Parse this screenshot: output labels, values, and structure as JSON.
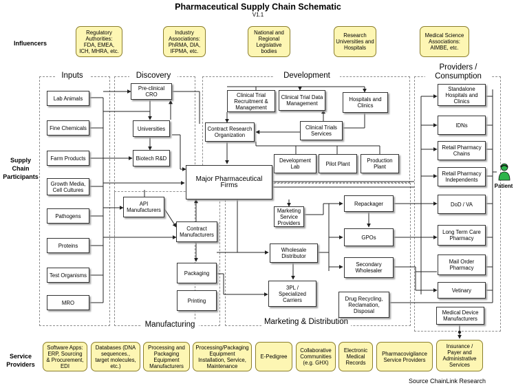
{
  "title": "Pharmaceutical Supply Chain Schematic",
  "version": "V1.1",
  "rows": {
    "influencers": "Influencers",
    "supply_chain": [
      "Supply",
      "Chain",
      "Participants"
    ],
    "service_providers": [
      "Service",
      "Providers"
    ]
  },
  "influencers": [
    [
      "Regulatory",
      "Authorities:",
      "FDA, EMEA,",
      "ICH, MHRA, etc."
    ],
    [
      "Industry",
      "Associations:",
      "PhRMA, DIA,",
      "IFPMA, etc."
    ],
    [
      "National and",
      "Regional",
      "Legislative",
      "bodies"
    ],
    [
      "Research",
      "Universities and",
      "Hospitals"
    ],
    [
      "Medical Science",
      "Associations:",
      "AIMBE, etc."
    ]
  ],
  "regions": {
    "inputs": "Inputs",
    "discovery": "Discovery",
    "development": "Development",
    "providers": [
      "Providers /",
      "Consumption"
    ],
    "manufacturing": "Manufacturing",
    "marketing": "Marketing & Distribution"
  },
  "inputs": [
    [
      "Lab Animals"
    ],
    [
      "Fine Chemicals"
    ],
    [
      "Farm Products"
    ],
    [
      "Growth Media,",
      "Cell Cultures"
    ],
    [
      "Pathogens"
    ],
    [
      "Proteins"
    ],
    [
      "Test Organisms"
    ],
    [
      "MRO"
    ]
  ],
  "discovery": {
    "preclinical": [
      "Pre-clinical CRO"
    ],
    "universities": [
      "Universities"
    ],
    "biotech": [
      "Biotech R&D"
    ]
  },
  "development": {
    "ctrm": [
      "Clinical Trial",
      "Recruitment &",
      "Management"
    ],
    "ctdm": [
      "Clinical Trial Data",
      "Management"
    ],
    "hospitals": [
      "Hospitals and",
      "Clinics"
    ],
    "cro": [
      "Contract Research",
      "Organization"
    ],
    "cts": [
      "Clinical Trials",
      "Services"
    ],
    "devlab": [
      "Development",
      "Lab"
    ],
    "pilot": [
      "Pilot Plant"
    ],
    "production": [
      "Production",
      "Plant"
    ]
  },
  "core": {
    "major": [
      "Major Pharmaceutical Firms"
    ],
    "api": [
      "API",
      "Manufacturers"
    ],
    "contract_mfr": [
      "Contract",
      "Manufacturers"
    ],
    "packaging": [
      "Packaging"
    ],
    "printing": [
      "Printing"
    ]
  },
  "marketing": {
    "msp": [
      "Marketing",
      "Service",
      "Providers"
    ],
    "wholesale": [
      "Wholesale",
      "Distributor"
    ],
    "tpl": [
      "3PL /",
      "Specialized",
      "Carriers"
    ],
    "repackager": [
      "Repackager"
    ],
    "gpos": [
      "GPOs"
    ],
    "secondary": [
      "Secondary",
      "Wholesaler"
    ],
    "drug_recycling": [
      "Drug Recycling,",
      "Reclamation,",
      "Disposal"
    ]
  },
  "providers": [
    [
      "Standalone",
      "Hospitals and",
      "Clinics"
    ],
    [
      "IDNs"
    ],
    [
      "Retail Pharmacy",
      "Chains"
    ],
    [
      "Retail Pharmacy",
      "Independents"
    ],
    [
      "DoD / VA"
    ],
    [
      "Long Term Care",
      "Pharmacy"
    ],
    [
      "Mail Order",
      "Pharmacy"
    ],
    [
      "Vetinary"
    ]
  ],
  "medical_device": [
    "Medical Device",
    "Manufacturers"
  ],
  "patient_label": "Patient",
  "service_providers": [
    [
      "Software Apps:",
      "ERP, Sourcing",
      "& Procurement,",
      "EDI"
    ],
    [
      "Databases (DNA",
      "sequences.,",
      "target molecules,",
      "etc.)"
    ],
    [
      "Processing and",
      "Packaging",
      "Equipment",
      "Manufacturers"
    ],
    [
      "Processing/Packaging",
      "Equipment",
      "Installation, Service,",
      "Maintenance"
    ],
    [
      "E-Pedigree"
    ],
    [
      "Collaborative",
      "Communities",
      "(e.g. GHX)"
    ],
    [
      "Electronic",
      "Medical",
      "Records"
    ],
    [
      "Pharmacovigilance",
      "Service Providers"
    ],
    [
      "Insurance /",
      "Payer and",
      "Administrative",
      "Services"
    ]
  ],
  "source": "Source ChainLink Research",
  "colors": {
    "service_fill": "#fdf6b3",
    "patient_green": "#2db34a"
  }
}
